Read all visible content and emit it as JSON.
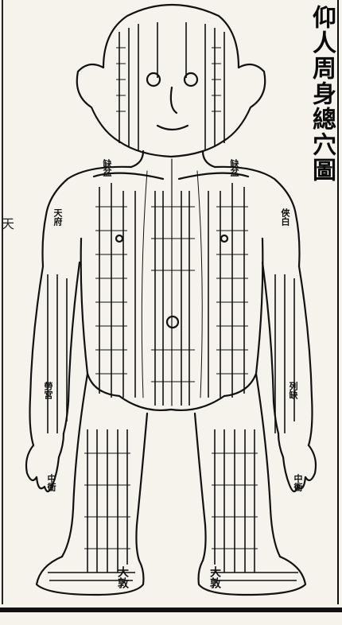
{
  "title": "仰人周身總穴圖",
  "margin_mark": "天",
  "labels": {
    "left_hand_middle": "中衝",
    "right_hand_middle": "中衝",
    "left_foot": "大敦",
    "right_foot": "大敦",
    "left_shoulder": "缺盆",
    "right_shoulder": "缺盆",
    "left_arm_upper": "天府",
    "right_arm_upper": "俠白",
    "left_lower_arm": "勞宮",
    "right_lower_arm": "列缺"
  },
  "colors": {
    "ink": "#111111",
    "paper": "#f6f3ec"
  }
}
